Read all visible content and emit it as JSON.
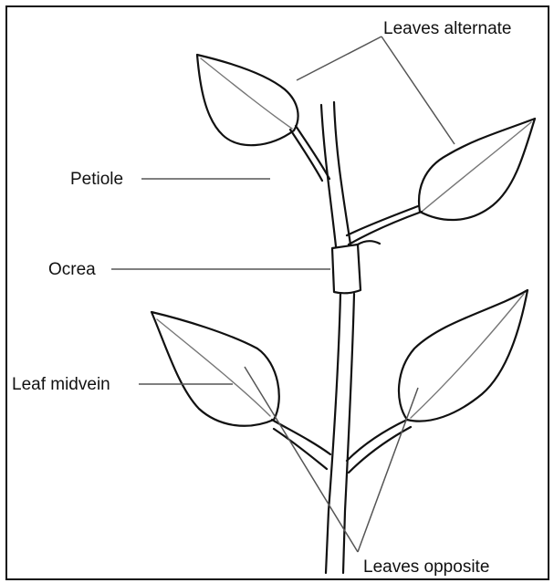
{
  "diagram": {
    "labels": {
      "leaves_alternate": "Leaves alternate",
      "petiole": "Petiole",
      "ocrea": "Ocrea",
      "leaf_midvein": "Leaf midvein",
      "leaves_opposite": "Leaves opposite"
    },
    "colors": {
      "outline": "#111111",
      "vein": "#777777",
      "leader": "#555555",
      "background": "#ffffff"
    }
  }
}
